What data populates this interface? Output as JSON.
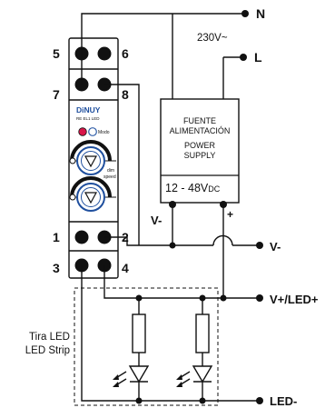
{
  "device": {
    "brand": "DiNUY",
    "model": "RE EL1 LED",
    "mode_label": "Modo",
    "knob1_label": "dim",
    "knob2_label": "speed",
    "terminals": {
      "t5": "5",
      "t6": "6",
      "t7": "7",
      "t8": "8",
      "t1": "1",
      "t2": "2",
      "t3": "3",
      "t4": "4"
    }
  },
  "power_supply": {
    "line1": "FUENTE",
    "line2": "ALIMENTACIÓN",
    "line3": "POWER",
    "line4": "SUPPLY",
    "range": "12 - 48V",
    "range_sub": "DC",
    "minus": "V-",
    "plus": "+"
  },
  "mains": {
    "n": "N",
    "l": "L",
    "voltage": "230V~"
  },
  "outputs": {
    "vminus": "V-",
    "vplus": "V+/LED+",
    "ledminus": "LED-"
  },
  "strip": {
    "line1": "Tira LED",
    "line2": "LED Strip"
  },
  "colors": {
    "line": "#111111",
    "mode_led_red": "#d9164a",
    "mode_led_blue": "#2f5da8",
    "knob_blue": "#1f4f9e",
    "brand_blue": "#1f4f9e"
  }
}
